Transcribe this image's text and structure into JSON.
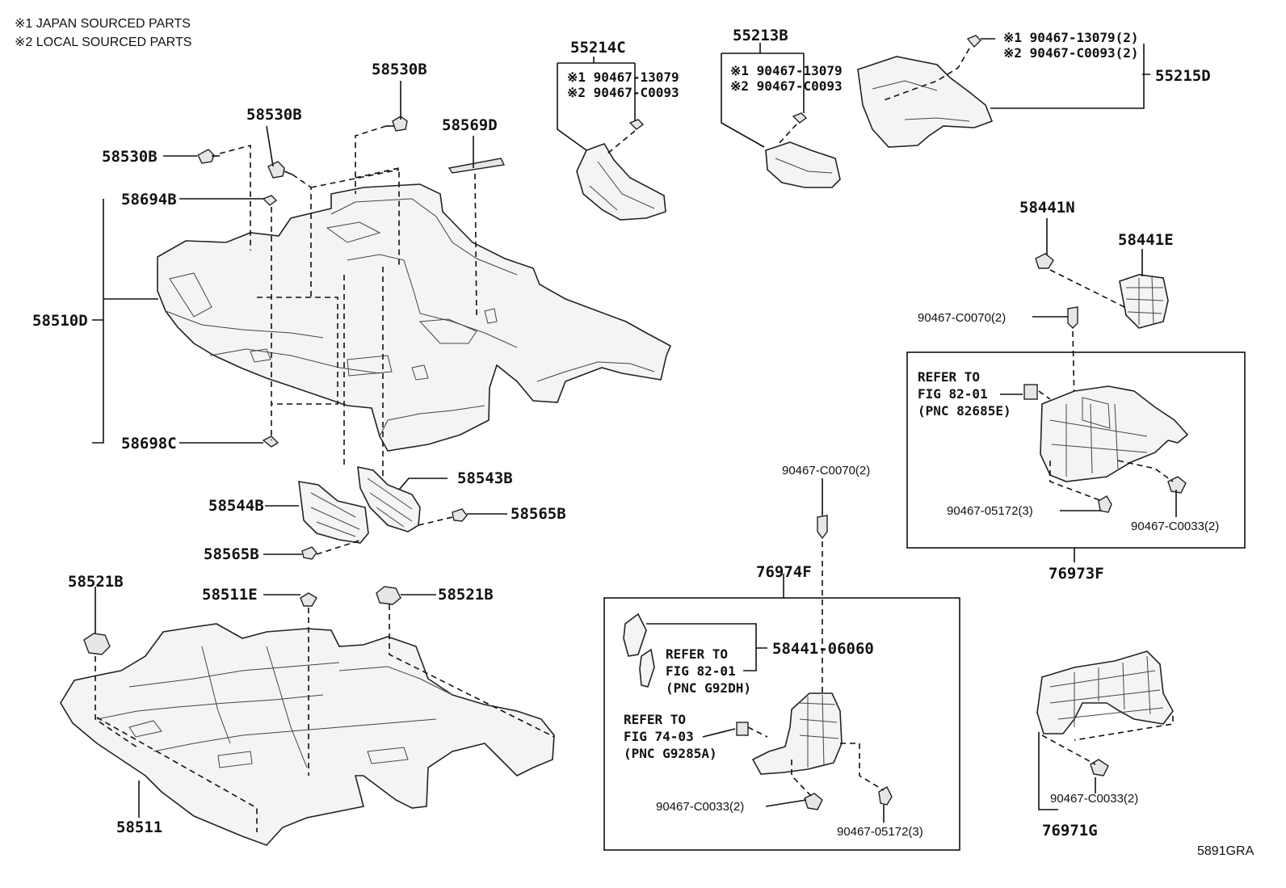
{
  "notes": {
    "note1": "※1 JAPAN SOURCED PARTS",
    "note2": "※2 LOCAL SOURCED PARTS"
  },
  "labels": {
    "p55214C": "55214C",
    "p55214C_n1": "※1 90467-13079",
    "p55214C_n2": "※2 90467-C0093",
    "p55213B": "55213B",
    "p55213B_n1": "※1 90467-13079",
    "p55213B_n2": "※2 90467-C0093",
    "p55215D_n1": "※1 90467-13079(2)",
    "p55215D_n2": "※2 90467-C0093(2)",
    "p55215D": "55215D",
    "p58530B_a": "58530B",
    "p58530B_b": "58530B",
    "p58530B_c": "58530B",
    "p58569D": "58569D",
    "p58694B": "58694B",
    "p58510D": "58510D",
    "p58698C": "58698C",
    "p58441N": "58441N",
    "p58441E": "58441E",
    "p90467_C0070_top": "90467-C0070(2)",
    "refer1_l1": "REFER TO",
    "refer1_l2": "FIG 82-01",
    "refer1_l3": "(PNC 82685E)",
    "p90467_05172_right": "90467-05172(3)",
    "p90467_C0033_right": "90467-C0033(2)",
    "p76973F": "76973F",
    "p58543B": "58543B",
    "p58544B": "58544B",
    "p58565B_a": "58565B",
    "p58565B_b": "58565B",
    "p90467_C0070_mid": "90467-C0070(2)",
    "p76974F": "76974F",
    "p58521B_a": "58521B",
    "p58511E": "58511E",
    "p58521B_b": "58521B",
    "p58441_06060": "58441-06060",
    "refer2_l1": "REFER TO",
    "refer2_l2": "FIG 82-01",
    "refer2_l3": "(PNC G92DH)",
    "refer3_l1": "REFER TO",
    "refer3_l2": "FIG 74-03",
    "refer3_l3": "(PNC G9285A)",
    "p90467_C0033_mid": "90467-C0033(2)",
    "p90467_05172_mid": "90467-05172(3)",
    "p58511": "58511",
    "p90467_C0033_low": "90467-C0033(2)",
    "p76971G": "76971G",
    "diagram_code": "5891GRA"
  }
}
